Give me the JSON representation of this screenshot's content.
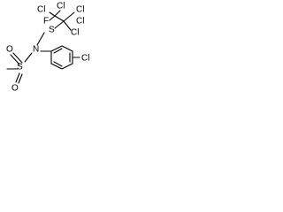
{
  "structure": {
    "atoms": {
      "cl_top_left": "Cl",
      "cl_top_mid": "Cl",
      "cl_top_right": "Cl",
      "fluorine": "F",
      "cl_mid_right": "Cl",
      "cl_mid_right2": "Cl",
      "sulfur_thio": "S",
      "nitrogen": "N",
      "sulfur_sulfonyl": "S",
      "oxygen_upper": "O",
      "oxygen_lower": "O",
      "cl_para": "Cl"
    }
  },
  "colors": {
    "ink": "#000000",
    "background": "#ffffff"
  }
}
